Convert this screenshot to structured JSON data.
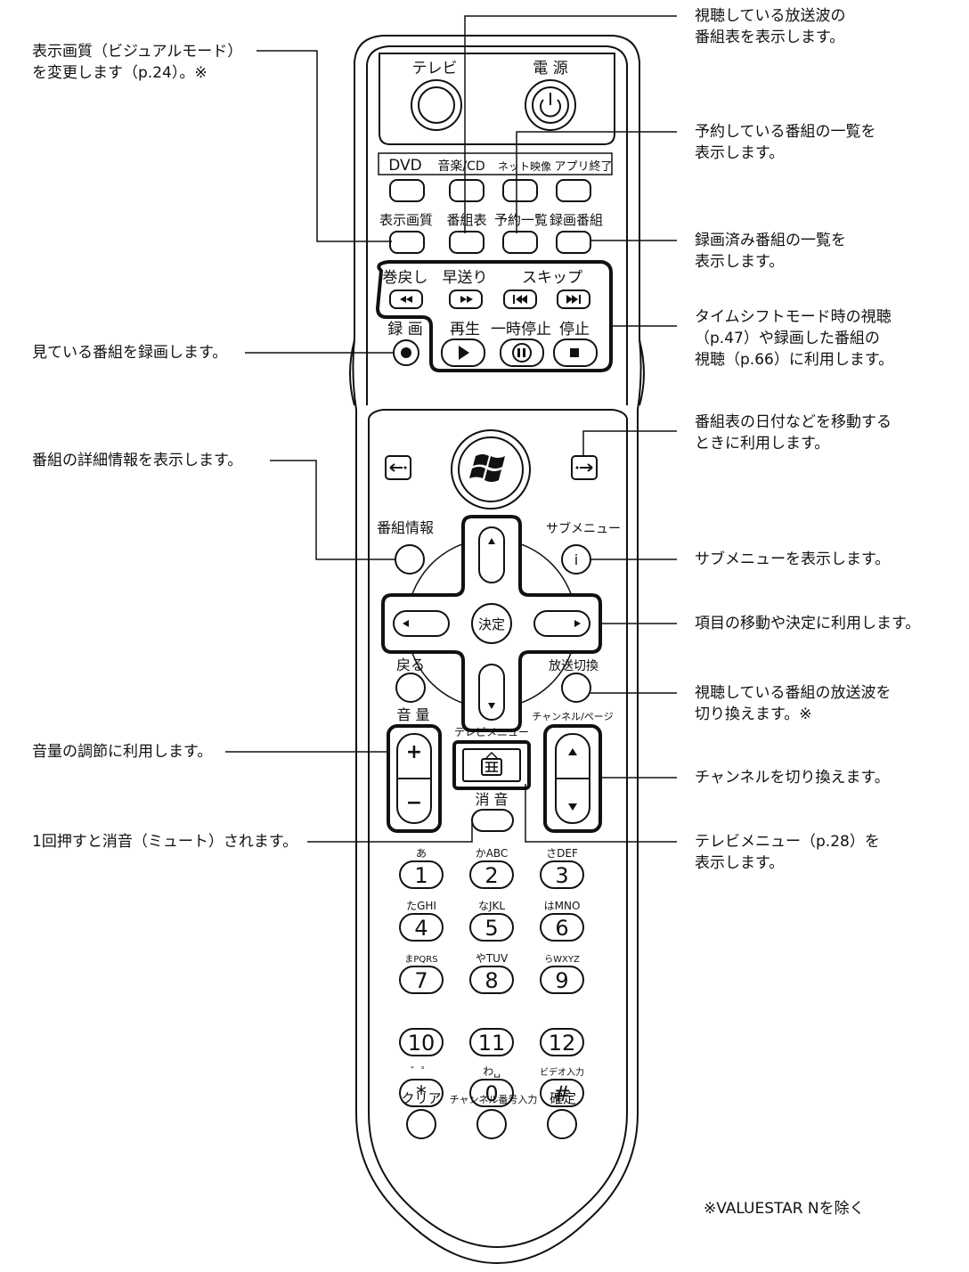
{
  "callouts": {
    "visual_mode": [
      "表示画質（ビジュアルモード）",
      "を変更します（p.24）。※"
    ],
    "recording": "見ている番組を録画します。",
    "detail_info": "番組の詳細情報を表示します。",
    "volume": "音量の調節に利用します。",
    "mute": "1回押すと消音（ミュート）されます。",
    "guide": [
      "視聴している放送波の",
      "番組表を表示します。"
    ],
    "reserve_list": [
      "予約している番組の一覧を",
      "表示します。"
    ],
    "recorded_list": [
      "録画済み番組の一覧を",
      "表示します。"
    ],
    "timeshift": [
      "タイムシフトモード時の視聴",
      "（p.47）や録画した番組の",
      "視聴（p.66）に利用します。"
    ],
    "date_move": [
      "番組表の日付などを移動する",
      "ときに利用します。"
    ],
    "submenu": "サブメニューを表示します。",
    "move_enter": "項目の移動や決定に利用します。",
    "broadcast_switch": [
      "視聴している番組の放送波を",
      "切り換えます。※"
    ],
    "channel": "チャンネルを切り換えます。",
    "tv_menu": [
      "テレビメニュー（p.28）を",
      "表示します。"
    ]
  },
  "remote": {
    "tv": "テレビ",
    "power": "電 源",
    "top_row": [
      "DVD",
      "音楽/CD",
      "ネット映像",
      "アプリ終了"
    ],
    "second_row": [
      "表示画質",
      "番組表",
      "予約一覧",
      "録画番組"
    ],
    "transport_top": [
      "巻戻し",
      "早送り",
      "スキップ"
    ],
    "record": "録 画",
    "transport_bottom": [
      "再生",
      "一時停止",
      "停止"
    ],
    "program_info": "番組情報",
    "sub_menu": "サブメニュー",
    "enter": "決定",
    "back": "戻る",
    "switch": "放送切換",
    "volume": "音 量",
    "channel_page": "チャンネル/ページ",
    "tv_menu": "テレビメニュー",
    "mute": "消 音",
    "keys": [
      {
        "top": "あ",
        "num": "1"
      },
      {
        "top": "かABC",
        "num": "2"
      },
      {
        "top": "さDEF",
        "num": "3"
      },
      {
        "top": "たGHI",
        "num": "4"
      },
      {
        "top": "なJKL",
        "num": "5"
      },
      {
        "top": "はMNO",
        "num": "6"
      },
      {
        "top": "まPQRS",
        "num": "7"
      },
      {
        "top": "やTUV",
        "num": "8"
      },
      {
        "top": "らWXYZ",
        "num": "9"
      },
      {
        "top": "",
        "num": "10"
      },
      {
        "top": "",
        "num": "11"
      },
      {
        "top": "",
        "num": "12"
      },
      {
        "top": "゛゜",
        "num": "*"
      },
      {
        "top": "わ␣",
        "num": "0"
      },
      {
        "top": "ビデオ入力",
        "num": "#"
      }
    ],
    "bottom_labels": [
      "クリア",
      "チャンネル番号入力",
      "確定"
    ]
  },
  "footnote": "※VALUESTAR Nを除く"
}
